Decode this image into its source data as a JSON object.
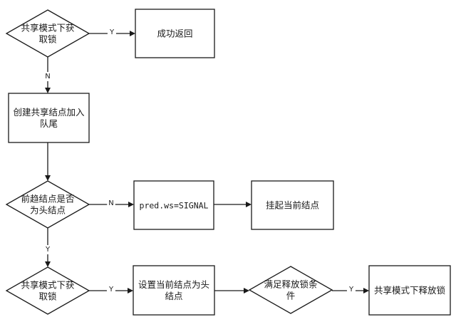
{
  "nodes": {
    "d1": {
      "shape": "diamond",
      "lines": [
        "共享模式下获",
        "取锁"
      ]
    },
    "p1": {
      "shape": "rect",
      "lines": [
        "成功返回"
      ]
    },
    "p2": {
      "shape": "rect",
      "lines": [
        "创建共享结点加入",
        "队尾"
      ]
    },
    "d2": {
      "shape": "diamond",
      "lines": [
        "前趋结点是否",
        "为头结点"
      ]
    },
    "p3": {
      "shape": "rect",
      "lines": [
        "pred.ws=SIGNAL"
      ],
      "mono": true
    },
    "p4": {
      "shape": "rect",
      "lines": [
        "挂起当前结点"
      ]
    },
    "d3": {
      "shape": "diamond",
      "lines": [
        "共享模式下获",
        "取锁"
      ]
    },
    "p5": {
      "shape": "rect",
      "lines": [
        "设置当前结点为头",
        "结点"
      ]
    },
    "d4": {
      "shape": "diamond",
      "lines": [
        "满足释放锁条",
        "件"
      ]
    },
    "p6": {
      "shape": "rect",
      "lines": [
        "共享模式下释放锁"
      ]
    }
  },
  "edges": [
    {
      "from": "d1",
      "to": "p1",
      "label": "Y"
    },
    {
      "from": "d1",
      "to": "p2",
      "label": "N"
    },
    {
      "from": "p2",
      "to": "d2",
      "label": ""
    },
    {
      "from": "d2",
      "to": "p3",
      "label": "N"
    },
    {
      "from": "p3",
      "to": "p4",
      "label": ""
    },
    {
      "from": "d2",
      "to": "d3",
      "label": "Y"
    },
    {
      "from": "d3",
      "to": "p5",
      "label": "Y"
    },
    {
      "from": "p5",
      "to": "d4",
      "label": ""
    },
    {
      "from": "d4",
      "to": "p6",
      "label": "Y"
    }
  ]
}
